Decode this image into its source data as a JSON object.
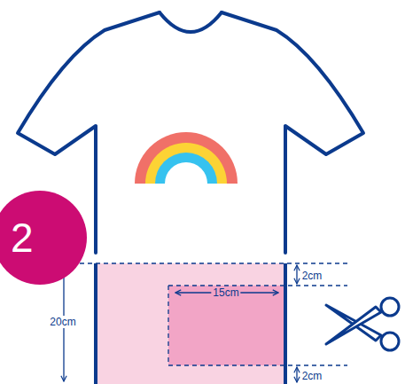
{
  "diagram": {
    "nodes": [
      {
        "text": [
          "2"
        ]
      }
    ],
    "labels": [
      "2cm",
      "15cm",
      "20cm",
      "2cm"
    ]
  }
}
